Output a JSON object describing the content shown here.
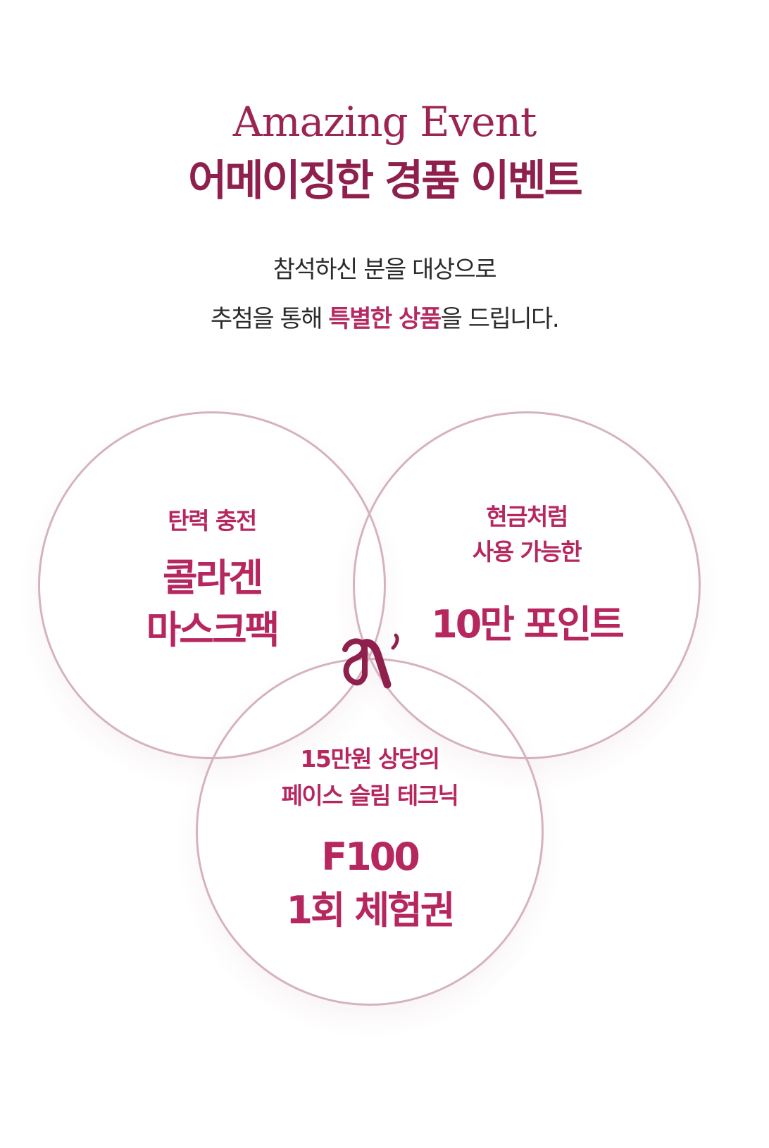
{
  "header": {
    "title_en": "Amazing Event",
    "title_ko": "어메이징한 경품 이벤트"
  },
  "intro": {
    "line1": "참석하신 분을 대상으로",
    "line2_prefix": "추첨을 통해 ",
    "line2_highlight": "특별한 상품",
    "line2_suffix": "을 드립니다."
  },
  "prizes": {
    "left": {
      "caption": "탄력 충전",
      "name_line1": "콜라겐",
      "name_line2": "마스크팩"
    },
    "right": {
      "caption_line1": "현금처럼",
      "caption_line2": "사용 가능한",
      "name": "10만 포인트"
    },
    "bottom": {
      "caption_line1": "15만원 상당의",
      "caption_line2": "페이스 슬림 테크닉",
      "name_line1": "F100",
      "name_line2": "1회 체험권"
    }
  },
  "colors": {
    "brand": "#9c2452",
    "accent": "#b6275f",
    "circle_border": "#d6b2c0",
    "body_text": "#2b2b2b"
  },
  "icons": {
    "center_logo": "brand-monogram-icon"
  }
}
